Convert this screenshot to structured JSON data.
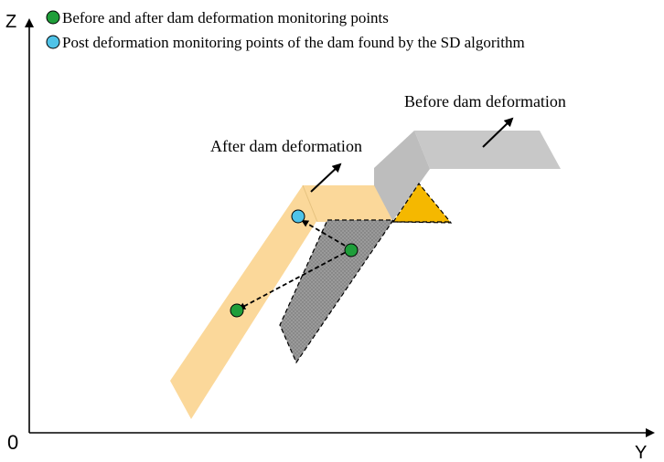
{
  "axes": {
    "z_label": "Z",
    "y_label": "Y",
    "origin_label": "0"
  },
  "legend": {
    "items": [
      {
        "label": "Before and after dam deformation monitoring points",
        "color": "#1f9e3a"
      },
      {
        "label": "Post deformation monitoring points of the dam found by the SD algorithm",
        "color": "#4fc3e8"
      }
    ]
  },
  "labels": {
    "before": "Before dam deformation",
    "after": "After dam deformation"
  },
  "colors": {
    "before_dam": "#c8c8c8",
    "after_dam": "#fbd89a",
    "wedge": "#f5b800",
    "monitor_point": "#1f9e3a",
    "sd_point": "#4fc3e8",
    "dashed_body": "#8c8c8c"
  }
}
